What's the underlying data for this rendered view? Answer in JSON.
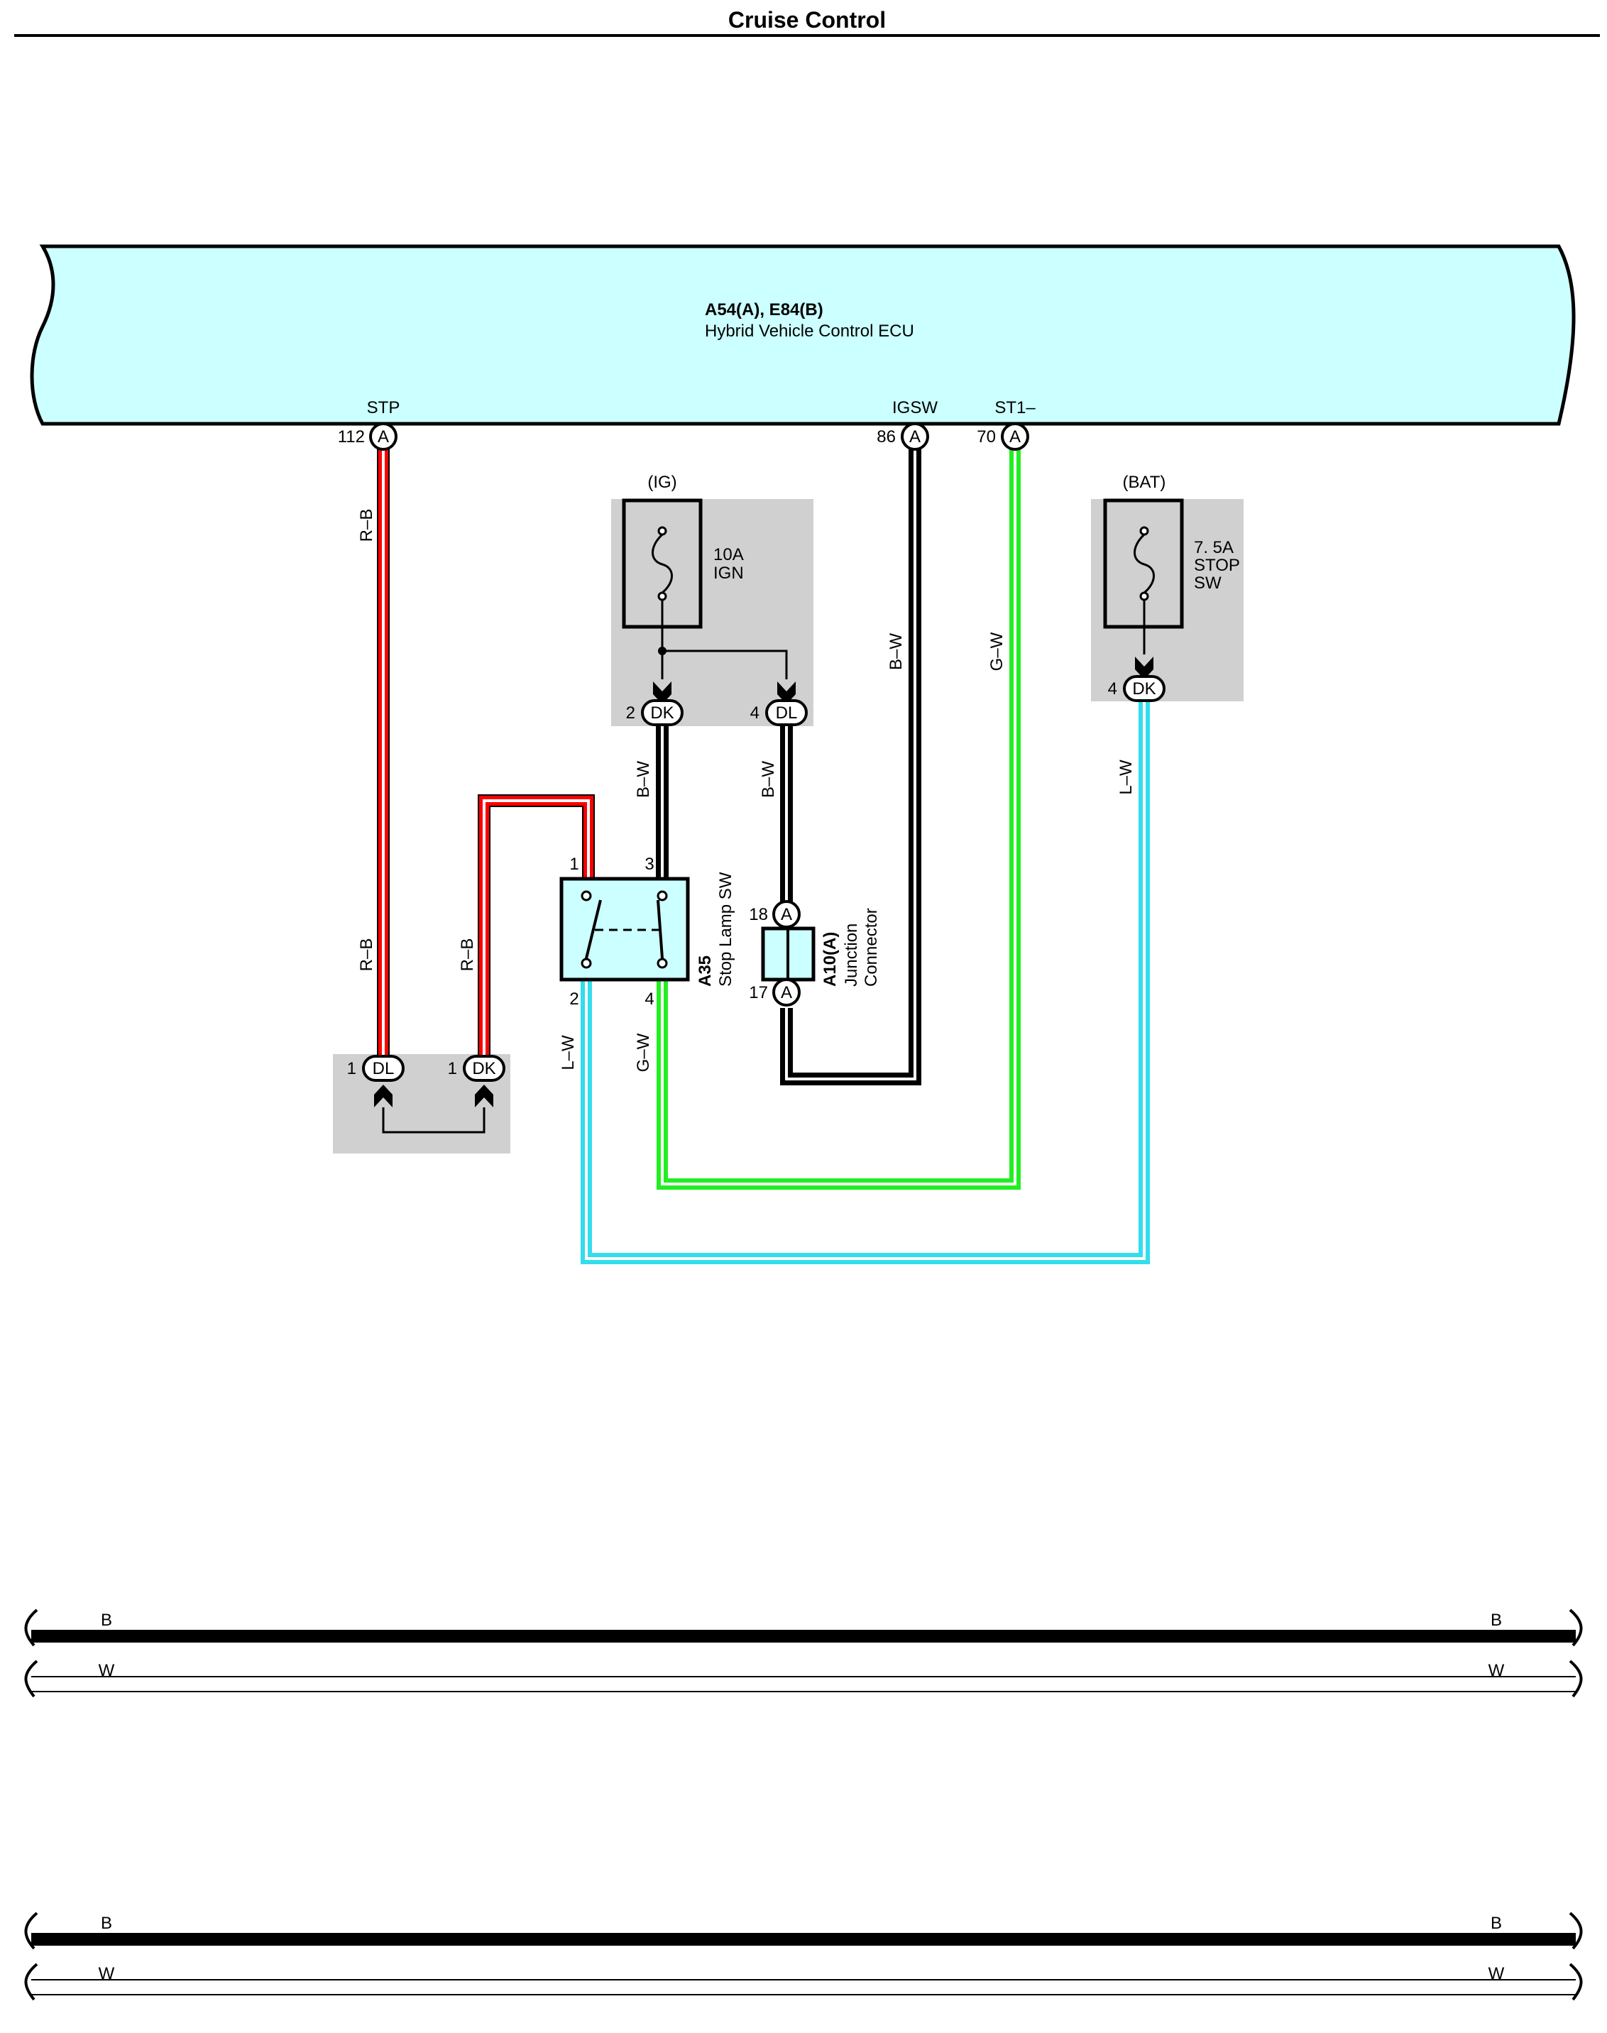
{
  "page": {
    "title": "Cruise Control"
  },
  "ecu": {
    "connector": "A54(A), E84(B)",
    "name": "Hybrid Vehicle Control ECU",
    "terminals": [
      {
        "name": "STP",
        "pin": "112",
        "conn": "A"
      },
      {
        "name": "IGSW",
        "pin": "86",
        "conn": "A"
      },
      {
        "name": "ST1–",
        "pin": "70",
        "conn": "A"
      }
    ]
  },
  "fuses": [
    {
      "source": "(IG)",
      "rating": "10A",
      "name": "IGN"
    },
    {
      "source": "(BAT)",
      "rating": "7. 5A",
      "name1": "STOP",
      "name2": "SW"
    }
  ],
  "connectors": {
    "ig_dk": {
      "pin": "2",
      "code": "DK"
    },
    "ig_dl": {
      "pin": "4",
      "code": "DL"
    },
    "bat_dk": {
      "pin": "4",
      "code": "DK"
    },
    "jb_dl": {
      "pin": "1",
      "code": "DL"
    },
    "jb_dk": {
      "pin": "1",
      "code": "DK"
    }
  },
  "switch": {
    "id": "A35",
    "name": "Stop Lamp SW",
    "pins": [
      "1",
      "3",
      "2",
      "4"
    ]
  },
  "junction": {
    "id": "A10(A)",
    "name1": "Junction",
    "name2": "Connector",
    "pins": [
      {
        "pin": "18",
        "conn": "A"
      },
      {
        "pin": "17",
        "conn": "A"
      }
    ]
  },
  "wires": {
    "rb": "R–B",
    "bw": "B–W",
    "gw": "G–W",
    "lw": "L–W"
  },
  "colors": {
    "ecu_fill": "#ccffff",
    "red": "#ff0000",
    "green": "#22ee22",
    "cyan": "#33ddee",
    "gray_box": "#d0d0d0"
  },
  "legend": {
    "b": "B",
    "w": "W"
  }
}
